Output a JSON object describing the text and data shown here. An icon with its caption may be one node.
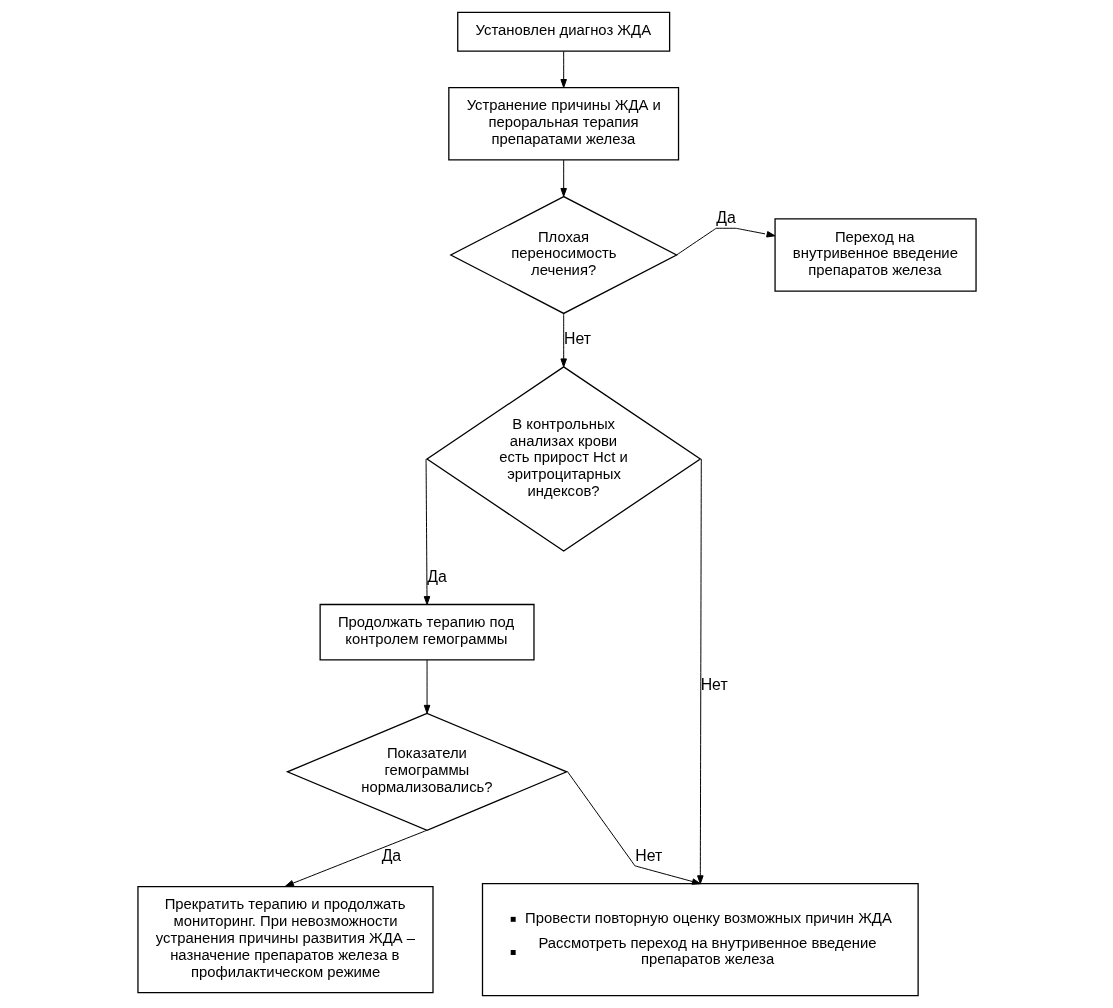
{
  "diagram": {
    "nodes": [
      {
        "text": [
          "Установлен диагноз ЖДА"
        ]
      },
      {
        "text": [
          "Устранение причины ЖДА и пероральная терапия препаратами железа"
        ]
      },
      {
        "text": [
          "Плохая переносимость лечения?"
        ]
      },
      {
        "text": [
          "Переход на внутривенное введение препаратов железа"
        ]
      },
      {
        "text": [
          "В контрольных анализах крови есть прирост Hct и эритроцитарных индексов?"
        ]
      },
      {
        "text": [
          "Продолжать терапию под контролем гемограммы"
        ]
      },
      {
        "text": [
          "Показатели гемограммы нормализовались?"
        ]
      },
      {
        "text": [
          "Прекратить терапию и продолжать мониторинг. При невозможности устранения причины развития ЖДА – назначение препаратов железа в профилактическом режиме"
        ]
      },
      {
        "text": [
          "Провести повторную оценку возможных причин ЖДА",
          "Рассмотреть переход на внутривенное введение препаратов железа"
        ]
      }
    ],
    "edges": [
      {
        "from": 0,
        "to": 1,
        "arrow": "to"
      },
      {
        "from": 1,
        "to": 2,
        "arrow": "to"
      },
      {
        "from": 2,
        "to": 3,
        "arrow": "to",
        "label": "Да"
      },
      {
        "from": 2,
        "to": 4,
        "arrow": "to",
        "label": "Нет"
      },
      {
        "from": 4,
        "to": 5,
        "arrow": "to",
        "label": "Да"
      },
      {
        "from": 4,
        "to": 8,
        "arrow": "to",
        "label": "Нет"
      },
      {
        "from": 5,
        "to": 6,
        "arrow": "to"
      },
      {
        "from": 6,
        "to": 8,
        "arrow": "to",
        "label": "Нет"
      },
      {
        "from": 6,
        "to": 7,
        "arrow": "to",
        "label": "Да"
      }
    ]
  }
}
